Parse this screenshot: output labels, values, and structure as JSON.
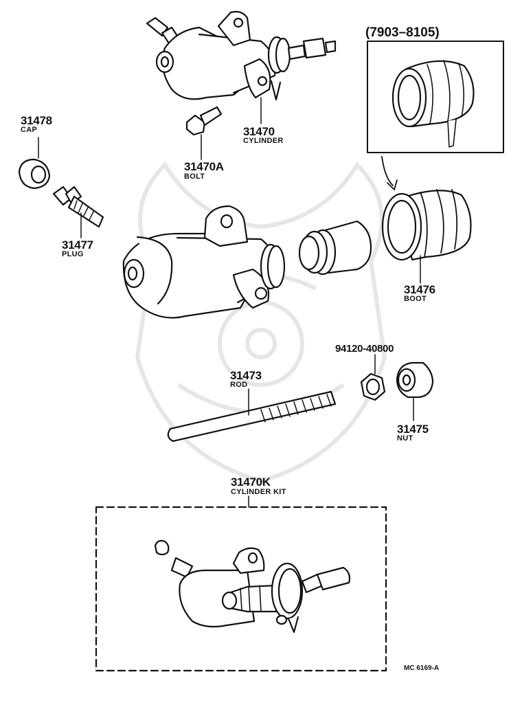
{
  "parts": [
    {
      "number": "31470",
      "label": "CYLINDER"
    },
    {
      "number": "31470A",
      "label": "BOLT"
    },
    {
      "number": "31478",
      "label": "CAP"
    },
    {
      "number": "31477",
      "label": "PLUG"
    },
    {
      "number": "31476",
      "label": "BOOT"
    },
    {
      "number": "94120-40800",
      "label": ""
    },
    {
      "number": "31473",
      "label": "ROD"
    },
    {
      "number": "31475",
      "label": "NUT"
    },
    {
      "number": "31470K",
      "label": "CYLINDER KIT"
    }
  ],
  "inset": {
    "code": "(7903–8105)"
  },
  "diagram_code": "MC 6169-A",
  "colors": {
    "ink": "#111111",
    "watermark": "#e6e6e6"
  }
}
